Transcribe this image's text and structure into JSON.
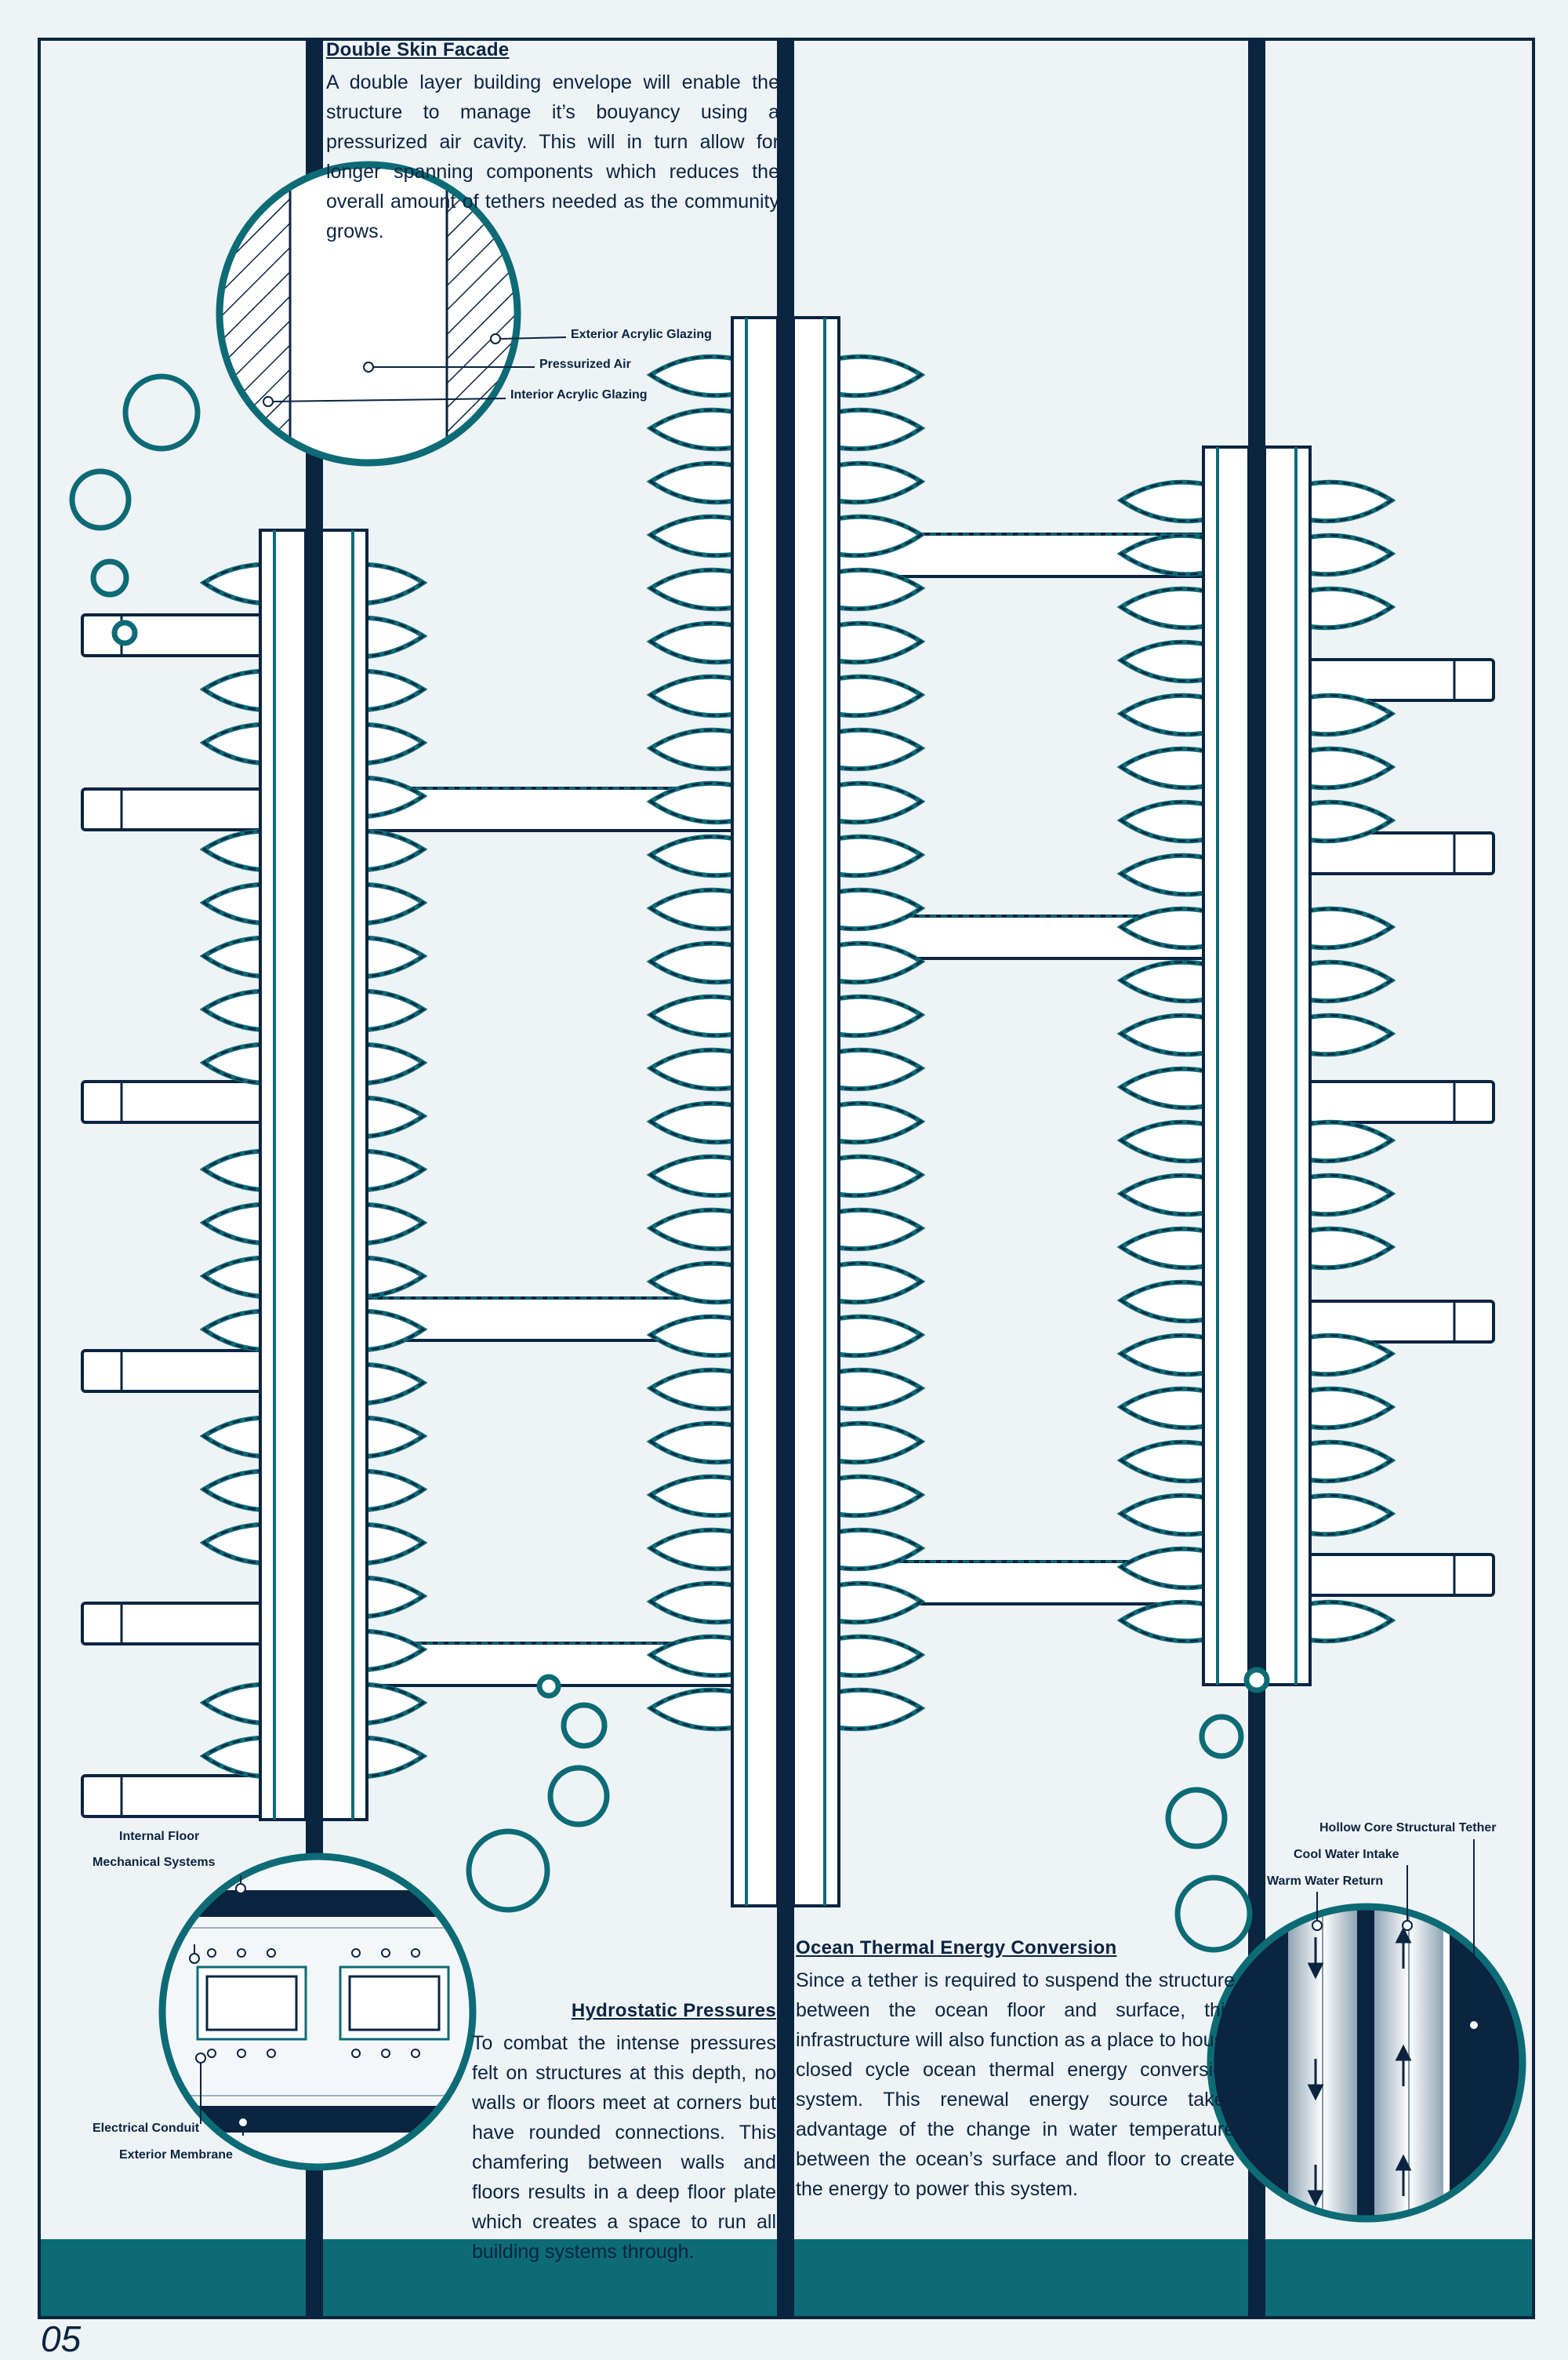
{
  "colors": {
    "navy": "#0b2440",
    "teal": "#0d6b76",
    "background": "#eef3f6",
    "white": "#ffffff"
  },
  "page_number": "05",
  "double_skin": {
    "title": "Double Skin Facade",
    "body": "A double layer building envelope will enable the structure to manage it’s bouyancy using a pressurized air cavity. This will in turn allow for longer spanning components which reduces the overall amount of tethers needed as the community grows.",
    "labels": {
      "exterior": "Exterior Acrylic Glazing",
      "air": "Pressurized Air",
      "interior": "Interior Acrylic Glazing"
    }
  },
  "hydrostatic": {
    "title": "Hydrostatic Pressures",
    "body": "To combat the intense pressures felt on structures at this depth, no walls or floors meet at corners but have rounded connections. This chamfering between walls and floors results in a deep floor plate which creates a space to run all building systems through.",
    "labels": {
      "internal_floor": "Internal Floor",
      "mechanical": "Mechanical Systems",
      "conduit": "Electrical Conduit",
      "membrane": "Exterior Membrane"
    }
  },
  "otec": {
    "title": "Ocean Thermal Energy Conversion",
    "body": "Since a tether is required to suspend the structure between the ocean floor and surface, this infrastructure will also function as a place to house closed cycle ocean thermal energy conversion system. This renewal energy source takes advantage of the change in water temperature between the ocean’s surface and floor to create the energy to power this system.",
    "labels": {
      "tether": "Hollow Core Structural Tether",
      "cool": "Cool Water Intake",
      "warm": "Warm Water Return"
    }
  }
}
